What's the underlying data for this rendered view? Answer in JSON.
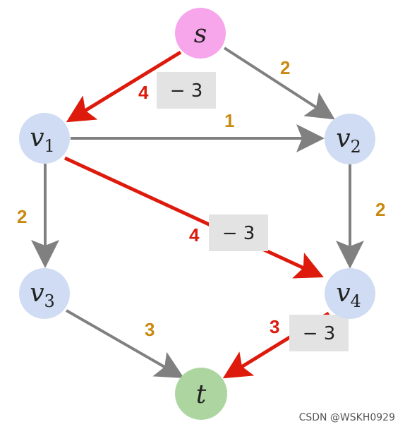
{
  "colors": {
    "source": "#f7a6ec",
    "sink": "#acd5a0",
    "internal": "#cfdcf3",
    "edge_plain": "#808080",
    "edge_flow": "#dd1a0c",
    "cap_plain": "#c98a12",
    "cap_flow": "#dd1a0c",
    "cost_box": "#e3e3e3"
  },
  "nodes": {
    "s": {
      "letter": "s",
      "sub": ""
    },
    "v1": {
      "letter": "v",
      "sub": "1"
    },
    "v2": {
      "letter": "v",
      "sub": "2"
    },
    "v3": {
      "letter": "v",
      "sub": "3"
    },
    "v4": {
      "letter": "v",
      "sub": "4"
    },
    "t": {
      "letter": "t",
      "sub": ""
    }
  },
  "edges": {
    "s_v1": {
      "capacity": "4",
      "cost": "− 3",
      "highlighted": true
    },
    "s_v2": {
      "capacity": "2",
      "highlighted": false
    },
    "v1_v2": {
      "capacity": "1",
      "highlighted": false
    },
    "v1_v3": {
      "capacity": "2",
      "highlighted": false
    },
    "v1_v4": {
      "capacity": "4",
      "cost": "− 3",
      "highlighted": true
    },
    "v2_v4": {
      "capacity": "2",
      "highlighted": false
    },
    "v3_t": {
      "capacity": "3",
      "highlighted": false
    },
    "v4_t": {
      "capacity": "3",
      "cost": "− 3",
      "highlighted": true
    }
  },
  "watermark": "CSDN @WSKH0929"
}
